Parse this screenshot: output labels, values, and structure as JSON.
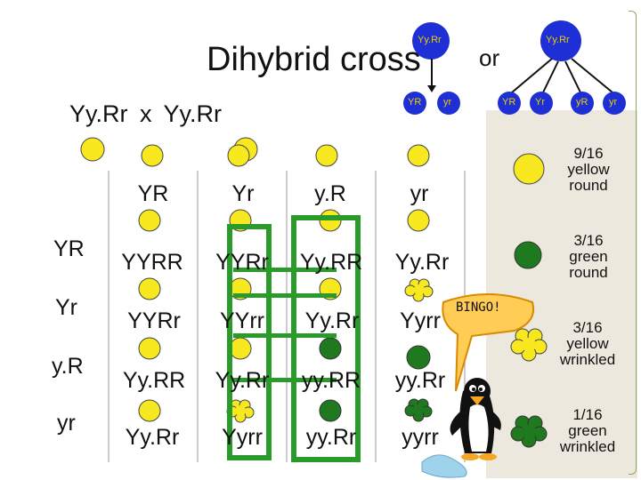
{
  "title": "Dihybrid cross",
  "or_label": "or",
  "cross": "Yy.Rr  x  Yy.Rr",
  "parent_cell_label": "Yy.Rr",
  "top_gamete_labels": [
    "YR",
    "yr"
  ],
  "right_gamete_labels": [
    "YR",
    "Yr",
    "yR",
    "yr"
  ],
  "col_headers": [
    "YR",
    "Yr",
    "y.R",
    "yr"
  ],
  "row_headers": [
    "YR",
    "Yr",
    "y.R",
    "yr"
  ],
  "grid": [
    [
      "YYRR",
      "YYRr",
      "Yy.RR",
      "Yy.Rr"
    ],
    [
      "YYRr",
      "YYrr",
      "Yy.Rr",
      "Yyrr"
    ],
    [
      "Yy.RR",
      "Yy.Rr",
      "yy.RR",
      "yy.Rr"
    ],
    [
      "Yy.Rr",
      "Yyrr",
      "yy.Rr",
      "yyrr"
    ]
  ],
  "phenotypes": [
    {
      "lines": [
        "9/16",
        "yellow",
        "round"
      ],
      "color": "#f7e81f",
      "shape": "round"
    },
    {
      "lines": [
        "3/16",
        "green",
        "round"
      ],
      "color": "#1f7a1f",
      "shape": "round"
    },
    {
      "lines": [
        "3/16",
        "yellow",
        "wrinkled"
      ],
      "color": "#f7e81f",
      "shape": "wrinkled"
    },
    {
      "lines": [
        "1/16",
        "green",
        "wrinkled"
      ],
      "color": "#1f7a1f",
      "shape": "wrinkled"
    }
  ],
  "bingo": "BINGO!",
  "colors": {
    "yellow": "#f7e81f",
    "green": "#1f7a1f",
    "blue_cell": "#1f2fd6",
    "highlight": "#2a9a2a",
    "panel": "#ece8dd"
  }
}
